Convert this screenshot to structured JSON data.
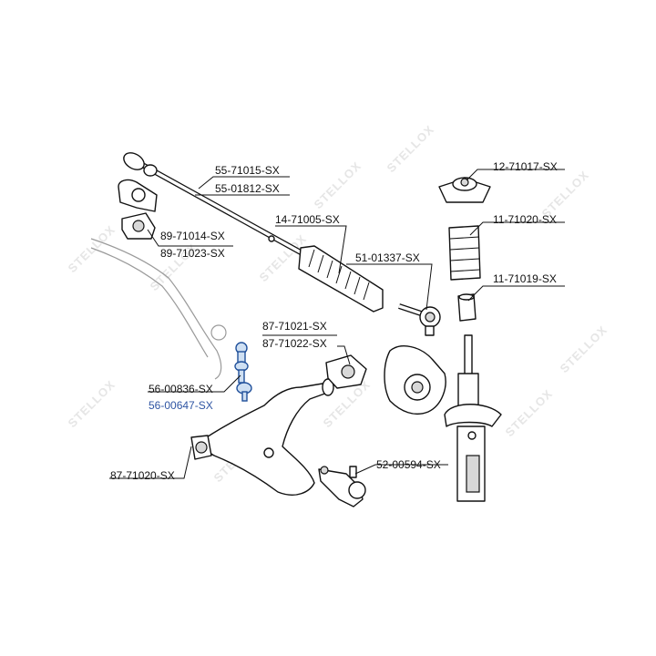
{
  "watermark_text": "STELLOX",
  "labels": {
    "l55_71015": "55-71015-SX",
    "l55_01812": "55-01812-SX",
    "l14_71005": "14-71005-SX",
    "l51_01337": "51-01337-SX",
    "l89_71014": "89-71014-SX",
    "l89_71023": "89-71023-SX",
    "l87_71021": "87-71021-SX",
    "l87_71022": "87-71022-SX",
    "l56_00836": "56-00836-SX",
    "l56_00647": "56-00647-SX",
    "l87_71020": "87-71020-SX",
    "l52_00594": "52-00594-SX",
    "l12_71017": "12-71017-SX",
    "l11_71020": "11-71020-SX",
    "l11_71019": "11-71019-SX"
  },
  "colors": {
    "text": "#111111",
    "highlight": "#2f55a3",
    "watermark": "#e6e6e6"
  }
}
